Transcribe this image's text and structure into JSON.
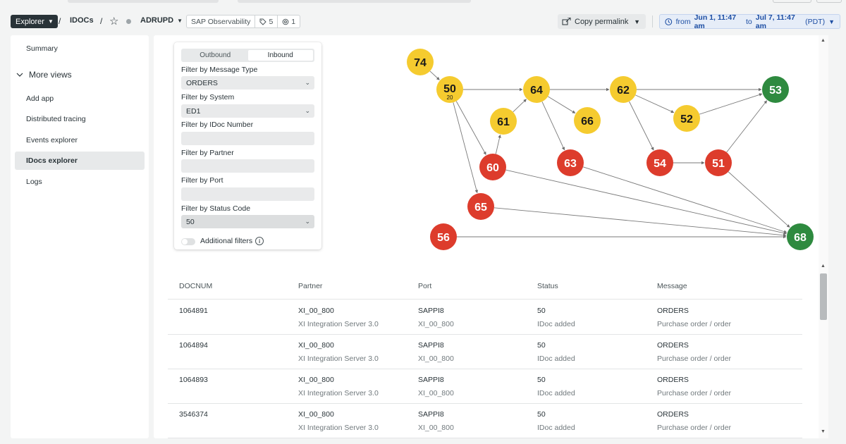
{
  "header": {
    "explorer_label": "Explorer",
    "sep": "/",
    "crumb_idocs": "IDOCs",
    "entity_name": "ADRUPD",
    "tag_app": "SAP Observability",
    "tag_count": "5",
    "related_count": "1",
    "permalink_label": "Copy permalink",
    "time_from_prefix": "from",
    "time_from": "Jun 1, 11:47 am",
    "time_to_prefix": "to",
    "time_to": "Jul 7, 11:47 am",
    "timezone": "(PDT)"
  },
  "sidebar": {
    "summary": "Summary",
    "more_views": "More views",
    "items": [
      {
        "label": "Add app"
      },
      {
        "label": "Distributed tracing"
      },
      {
        "label": "Events explorer"
      },
      {
        "label": "IDocs explorer"
      },
      {
        "label": "Logs"
      }
    ]
  },
  "filters": {
    "tab_outbound": "Outbound",
    "tab_inbound": "Inbound",
    "message_type_label": "Filter by Message Type",
    "message_type_value": "ORDERS",
    "system_label": "Filter by System",
    "system_value": "ED1",
    "idoc_number_label": "Filter by IDoc Number",
    "partner_label": "Filter by Partner",
    "port_label": "Filter by Port",
    "status_code_label": "Filter by Status Code",
    "status_code_value": "50",
    "additional_filters": "Additional filters"
  },
  "graph": {
    "colors": {
      "yellow": "#f5cb2f",
      "red": "#dd3c2c",
      "green": "#2e8a3f"
    },
    "nodes": [
      {
        "id": "74",
        "color": "yellow"
      },
      {
        "id": "50",
        "color": "yellow",
        "sub": "20"
      },
      {
        "id": "64",
        "color": "yellow"
      },
      {
        "id": "62",
        "color": "yellow"
      },
      {
        "id": "53",
        "color": "green"
      },
      {
        "id": "61",
        "color": "yellow"
      },
      {
        "id": "66",
        "color": "yellow"
      },
      {
        "id": "52",
        "color": "yellow"
      },
      {
        "id": "60",
        "color": "red"
      },
      {
        "id": "63",
        "color": "red"
      },
      {
        "id": "54",
        "color": "red"
      },
      {
        "id": "51",
        "color": "red"
      },
      {
        "id": "65",
        "color": "red"
      },
      {
        "id": "56",
        "color": "red"
      },
      {
        "id": "68",
        "color": "green"
      }
    ],
    "edges": [
      [
        "74",
        "50"
      ],
      [
        "50",
        "64"
      ],
      [
        "50",
        "60"
      ],
      [
        "50",
        "65"
      ],
      [
        "64",
        "62"
      ],
      [
        "64",
        "66"
      ],
      [
        "64",
        "63"
      ],
      [
        "61",
        "64"
      ],
      [
        "60",
        "61"
      ],
      [
        "62",
        "53"
      ],
      [
        "62",
        "52"
      ],
      [
        "62",
        "54"
      ],
      [
        "52",
        "53"
      ],
      [
        "54",
        "51"
      ],
      [
        "51",
        "53"
      ],
      [
        "51",
        "68"
      ],
      [
        "63",
        "68"
      ],
      [
        "60",
        "68"
      ],
      [
        "65",
        "68"
      ],
      [
        "56",
        "68"
      ]
    ]
  },
  "table": {
    "headers": [
      "DOCNUM",
      "Partner",
      "Port",
      "Status",
      "Message"
    ],
    "rows": [
      {
        "docnum": "1064891",
        "partner": "XI_00_800",
        "partner_sub": "XI Integration Server 3.0",
        "port": "SAPPI8",
        "port_sub": "XI_00_800",
        "status": "50",
        "status_sub": "IDoc added",
        "message": "ORDERS",
        "message_sub": "Purchase order / order"
      },
      {
        "docnum": "1064894",
        "partner": "XI_00_800",
        "partner_sub": "XI Integration Server 3.0",
        "port": "SAPPI8",
        "port_sub": "XI_00_800",
        "status": "50",
        "status_sub": "IDoc added",
        "message": "ORDERS",
        "message_sub": "Purchase order / order"
      },
      {
        "docnum": "1064893",
        "partner": "XI_00_800",
        "partner_sub": "XI Integration Server 3.0",
        "port": "SAPPI8",
        "port_sub": "XI_00_800",
        "status": "50",
        "status_sub": "IDoc added",
        "message": "ORDERS",
        "message_sub": "Purchase order / order"
      },
      {
        "docnum": "3546374",
        "partner": "XI_00_800",
        "partner_sub": "XI Integration Server 3.0",
        "port": "SAPPI8",
        "port_sub": "XI_00_800",
        "status": "50",
        "status_sub": "IDoc added",
        "message": "ORDERS",
        "message_sub": "Purchase order / order"
      }
    ]
  }
}
